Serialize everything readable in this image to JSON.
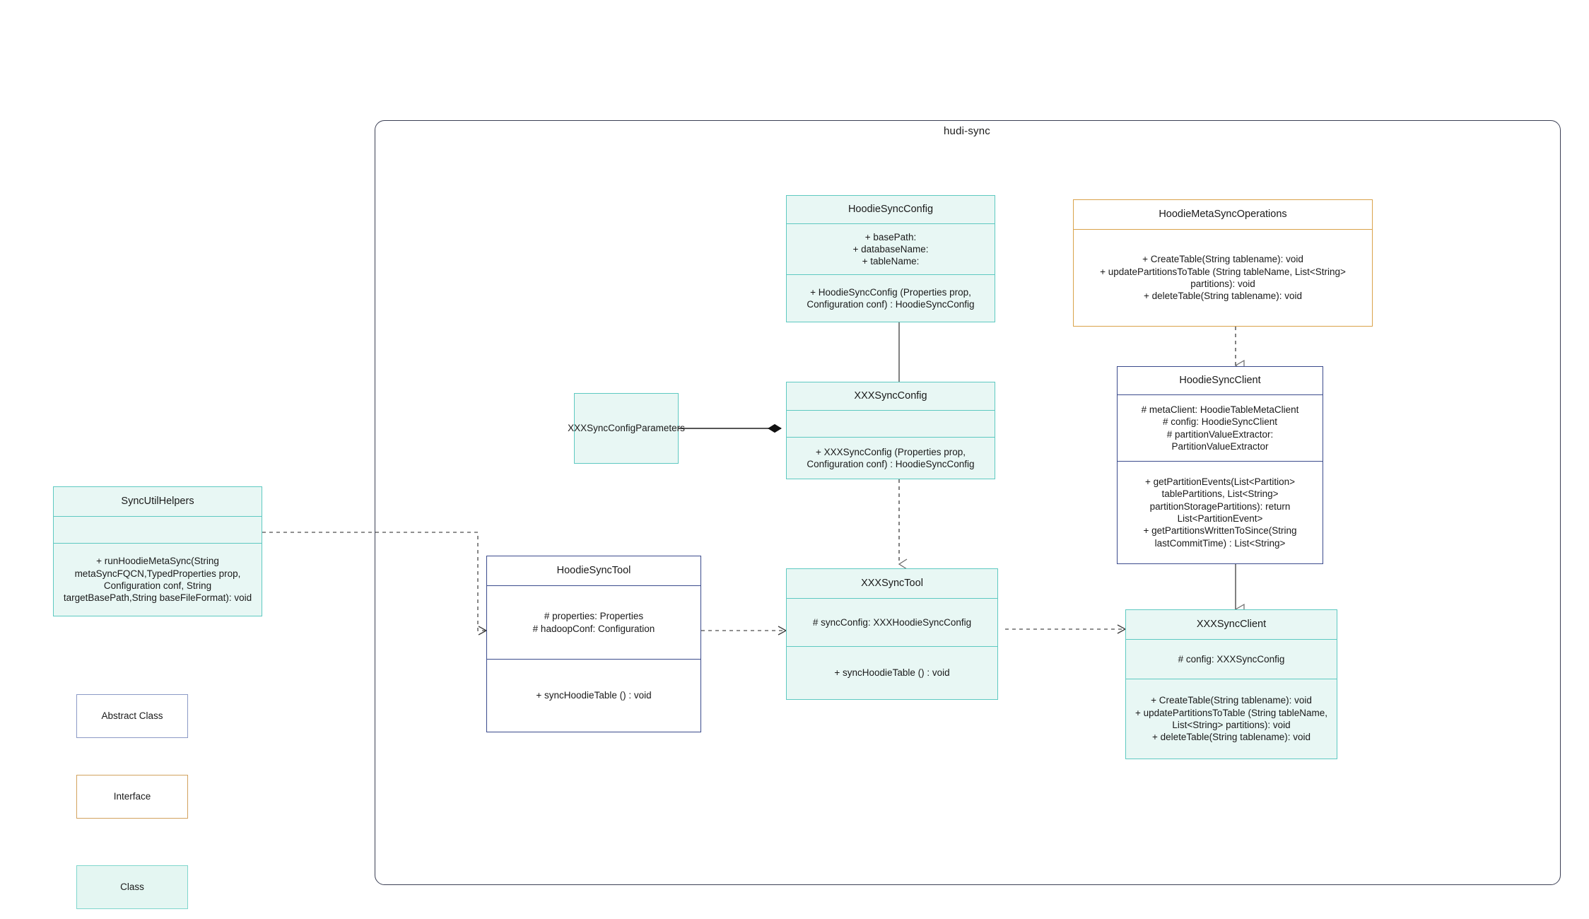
{
  "diagram": {
    "type": "uml-class-diagram",
    "package_title": "hudi-sync",
    "legend": [
      {
        "label": "Abstract Class",
        "kind": "abstract",
        "border_color": "#8b9ac6",
        "fill": "#ffffff"
      },
      {
        "label": "Interface",
        "kind": "interface",
        "border_color": "#d2a25e",
        "fill": "#ffffff"
      },
      {
        "label": "Class",
        "kind": "class",
        "border_color": "#7fd6cd",
        "fill": "#e4f6f2"
      }
    ],
    "colors": {
      "class_border": "#5ec9c1",
      "class_fill": "#e8f7f4",
      "abstract_border": "#3a4a8c",
      "interface_border": "#d9a24a",
      "package_border": "#3b3f54",
      "edge": "#6b6b6b"
    },
    "classes": {
      "sync_util_helpers": {
        "name": "SyncUtilHelpers",
        "kind": "class",
        "attributes": "",
        "operations": "+    runHoodieMetaSync(String metaSyncFQCN,TypedProperties prop, Configuration conf, String targetBasePath,String baseFileFormat): void"
      },
      "hoodie_sync_config": {
        "name": "HoodieSyncConfig",
        "kind": "class",
        "attributes": "+    basePath:\n+   databaseName:\n+   tableName:",
        "operations": "+   HoodieSyncConfig (Properties prop, Configuration conf) : HoodieSyncConfig"
      },
      "xxx_sync_config": {
        "name": "XXXSyncConfig",
        "kind": "class",
        "attributes": "",
        "operations": "+   XXXSyncConfig (Properties prop, Configuration conf) : HoodieSyncConfig"
      },
      "xxx_sync_config_parameters": {
        "name": "XXXSyncConfigParameters",
        "kind": "class"
      },
      "hoodie_meta_sync_operations": {
        "name": "HoodieMetaSyncOperations",
        "kind": "interface",
        "operations": "+    CreateTable(String tablename): void\n+    updatePartitionsToTable (String tableName, List<String> partitions): void\n+    deleteTable(String tablename): void"
      },
      "hoodie_sync_client": {
        "name": "HoodieSyncClient",
        "kind": "abstract",
        "attributes": "#   metaClient: HoodieTableMetaClient\n#    config: HoodieSyncClient\n#     partitionValueExtractor: PartitionValueExtractor",
        "operations": "+   getPartitionEvents(List<Partition> tablePartitions, List<String> partitionStoragePartitions): return List<PartitionEvent>\n+   getPartitionsWrittenToSince(String lastCommitTime) : List<String>"
      },
      "xxx_sync_client": {
        "name": "XXXSyncClient",
        "kind": "class",
        "attributes": "#    config: XXXSyncConfig",
        "operations": "+    CreateTable(String tablename): void\n+    updatePartitionsToTable (String tableName, List<String> partitions): void\n+    deleteTable(String tablename): void"
      },
      "hoodie_sync_tool": {
        "name": "HoodieSyncTool",
        "kind": "abstract",
        "attributes": "#   properties: Properties\n#   hadoopConf: Configuration",
        "operations": "+   syncHoodieTable () : void"
      },
      "xxx_sync_tool": {
        "name": "XXXSyncTool",
        "kind": "class",
        "attributes": "#  syncConfig: XXXHoodieSyncConfig",
        "operations": "+   syncHoodieTable () : void"
      }
    },
    "relations": [
      {
        "from": "SyncUtilHelpers",
        "to": "HoodieSyncTool",
        "type": "dependency",
        "style": "dashed",
        "arrow": "open"
      },
      {
        "from": "HoodieSyncConfig",
        "to": "XXXSyncConfig",
        "type": "generalization",
        "style": "solid",
        "arrow": "hollow-triangle"
      },
      {
        "from": "XXXSyncConfigParameters",
        "to": "XXXSyncConfig",
        "type": "composition",
        "style": "solid",
        "arrow": "filled-diamond"
      },
      {
        "from": "XXXSyncConfig",
        "to": "XXXSyncTool",
        "type": "dependency",
        "style": "dashed",
        "arrow": "open-triangle"
      },
      {
        "from": "HoodieSyncTool",
        "to": "XXXSyncTool",
        "type": "dependency",
        "style": "dashed",
        "arrow": "open"
      },
      {
        "from": "HoodieMetaSyncOperations",
        "to": "HoodieSyncClient",
        "type": "realization",
        "style": "dashed",
        "arrow": "hollow-triangle"
      },
      {
        "from": "HoodieSyncClient",
        "to": "XXXSyncClient",
        "type": "generalization",
        "style": "solid",
        "arrow": "hollow-triangle"
      },
      {
        "from": "XXXSyncTool",
        "to": "XXXSyncClient",
        "type": "dependency",
        "style": "dashed",
        "arrow": "open"
      }
    ]
  }
}
